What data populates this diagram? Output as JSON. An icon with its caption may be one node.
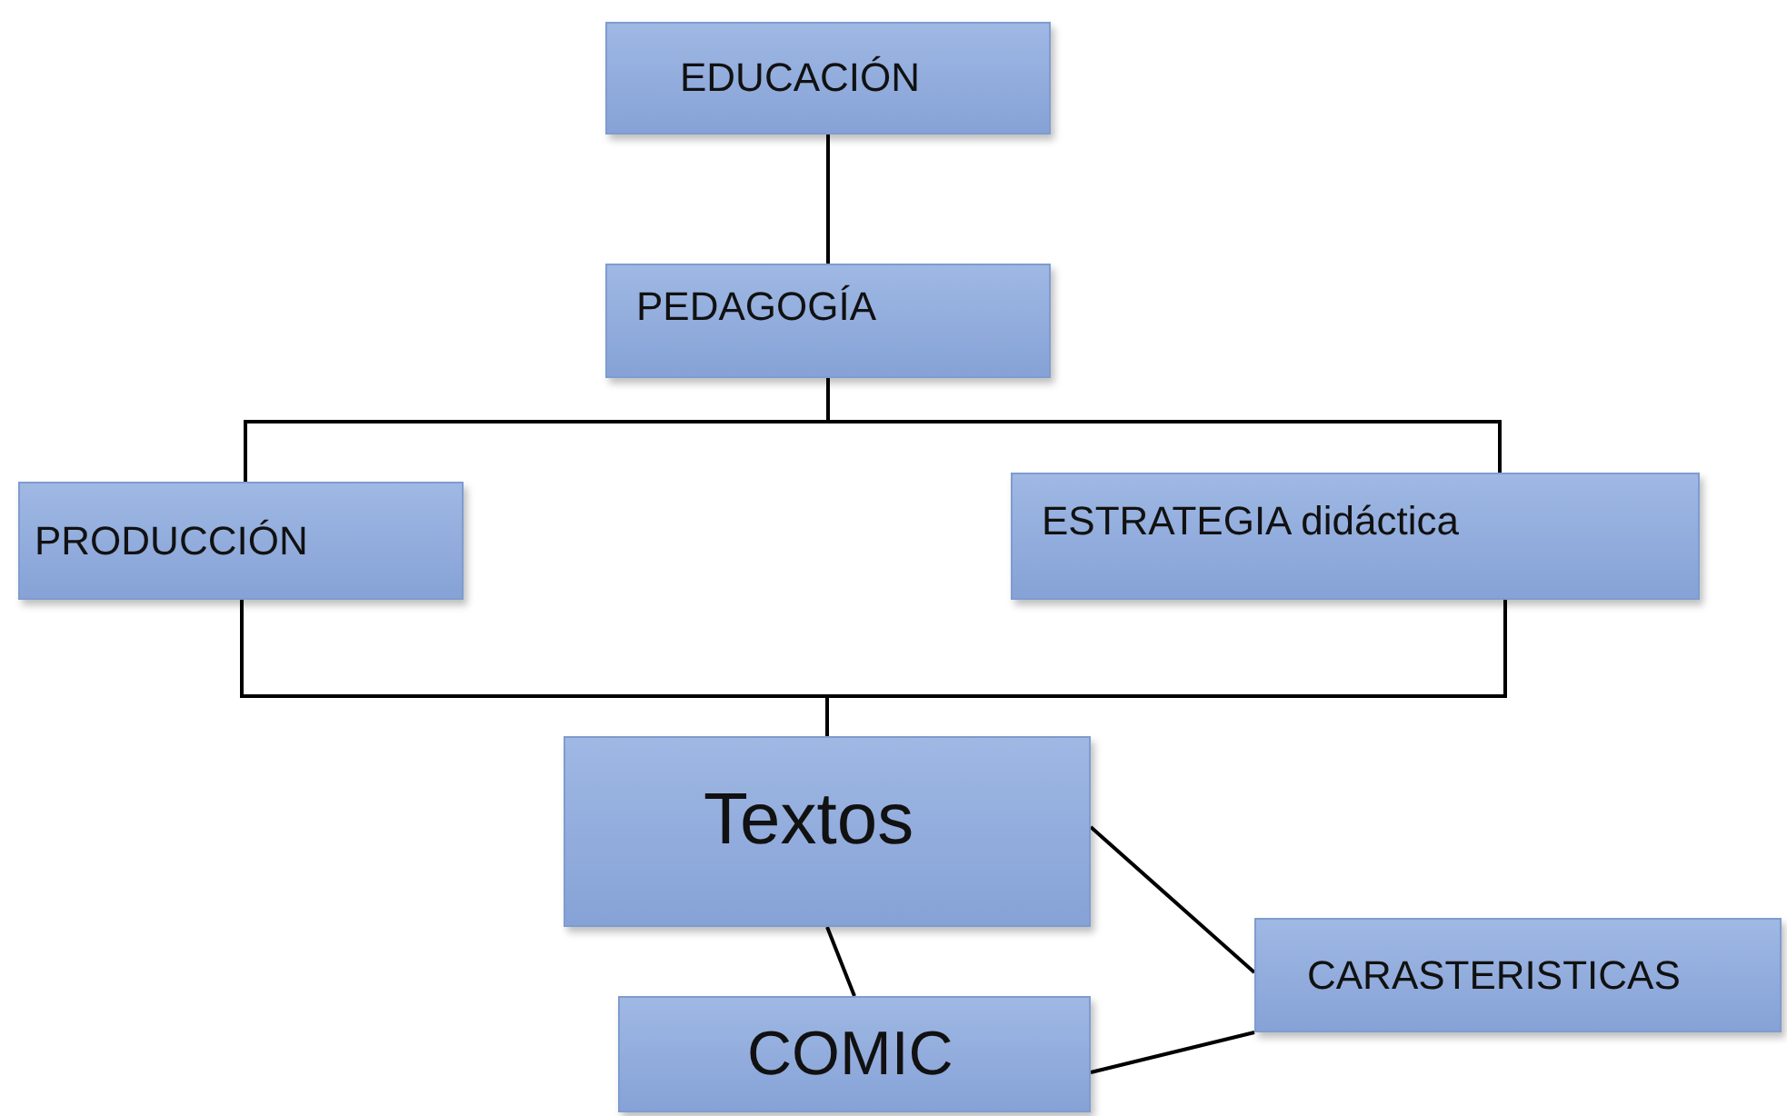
{
  "diagram": {
    "nodes": [
      {
        "text": [
          "EDUCACIÓN"
        ]
      },
      {
        "text": [
          "PEDAGOGÍA"
        ]
      },
      {
        "text": [
          "PRODUCCIÓN"
        ]
      },
      {
        "text": [
          "ESTRATEGIA didáctica"
        ]
      },
      {
        "text": [
          "Textos"
        ]
      },
      {
        "text": [
          "COMIC"
        ]
      },
      {
        "text": [
          "CARASTERISTICAS"
        ]
      }
    ],
    "edges": [
      {
        "from": 0,
        "to": 1,
        "arrow": "none"
      },
      {
        "from": 1,
        "to": 2,
        "arrow": "none"
      },
      {
        "from": 1,
        "to": 3,
        "arrow": "none"
      },
      {
        "from": 2,
        "to": 4,
        "arrow": "none"
      },
      {
        "from": 3,
        "to": 4,
        "arrow": "none"
      },
      {
        "from": 4,
        "to": 5,
        "arrow": "none"
      },
      {
        "from": 4,
        "to": 6,
        "arrow": "none"
      },
      {
        "from": 5,
        "to": 6,
        "arrow": "none"
      }
    ]
  }
}
